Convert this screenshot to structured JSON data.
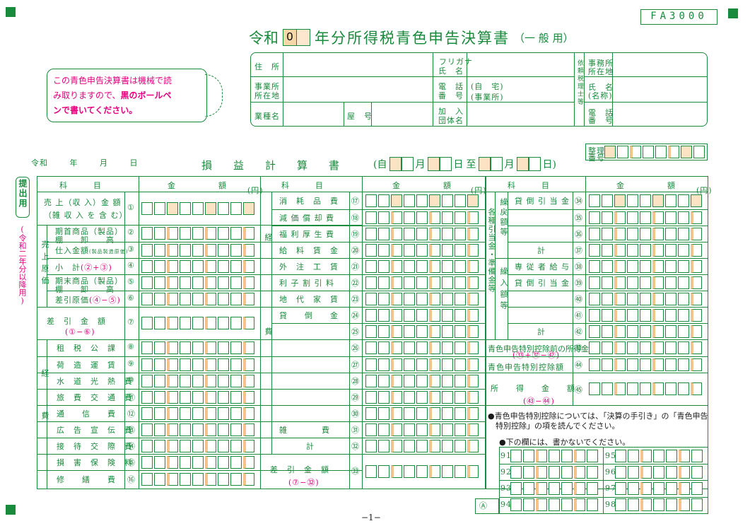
{
  "form_code": "FA3000",
  "header": {
    "era": "令和",
    "year_digit": "0",
    "title": "年分所得税青色申告決算書",
    "title_suffix": "（一 般 用）"
  },
  "notice": {
    "line1": "この青色申告決算書は機械で読",
    "line2": "み取りますので、",
    "line2_em": "黒のボールペ",
    "line3": "ンで書いてください。"
  },
  "top_form": {
    "address": "住　所",
    "furigana": "フリガナ",
    "name": "氏　名",
    "office": "事業所",
    "office_place": "所在地",
    "phone": "電　話",
    "phone_no": "番　号",
    "home": "(自　宅)",
    "office_tel": "(事業所)",
    "business": "業種名",
    "shop": "屋　号",
    "member1": "加　入",
    "member2": "団体名",
    "tax_agent": "依頼税理士等",
    "ta_office1": "事務所",
    "ta_office2": "所在地",
    "ta_name1": "氏　名",
    "ta_name2": "(名称)",
    "ta_tel1": "電　話",
    "ta_tel2": "番　号",
    "seiri1": "整理",
    "seiri2": "番号"
  },
  "date_line": {
    "era": "令和",
    "year": "年",
    "month": "月",
    "day": "日"
  },
  "pl_title": "損　　益　　計　　算　　書",
  "period": {
    "open": "(自",
    "m1": "月",
    "d1": "日",
    "to": "至",
    "m2": "月",
    "d2": "日)"
  },
  "side_tab": "提出用",
  "side_note": "(令和二年分以降用)",
  "headers": {
    "item": "科　　　目",
    "amount": "金　　　　　額",
    "yen": "(円)"
  },
  "col1": {
    "sales1": "売 上（収 入）金 額",
    "sales2": "（雑 収 入 を 含 む）",
    "opening1": "期首商品（製品）",
    "opening2": "棚　　卸　　高",
    "purchase": "仕入金額",
    "purchase_note": "(製品製造原価)",
    "subtotal": "小　計",
    "subtotal_calc": "(②+③)",
    "closing1": "期末商品（製品）",
    "closing2": "棚　　卸　　高",
    "cogs": "差引原価",
    "cogs_calc": "(④−⑤)",
    "cogs_side": "売上原価",
    "gross1": "差　引　金　額",
    "gross2": "(①−⑥)",
    "exp_side": "経　　　費",
    "items": [
      "租　税　公　課",
      "荷　造　運　賃",
      "水　道　光　熱　費",
      "旅　費　交　通　費",
      "通　　信　　費",
      "広　告　宣　伝　費",
      "接　待　交　際　費",
      "損　害　保　険　料",
      "修　　繕　　費"
    ],
    "nums": [
      "①",
      "②",
      "③",
      "④",
      "⑤",
      "⑥",
      "⑦",
      "⑧",
      "⑨",
      "⑩",
      "⑪",
      "⑫",
      "⑬",
      "⑭",
      "⑮",
      "⑯"
    ]
  },
  "col2": {
    "side": "経　　　　　　費",
    "items": [
      "消　耗　品　費",
      "減 価 償 却 費",
      "福 利 厚 生 費",
      "給　料　賃　金",
      "外　注　工　賃",
      "利 子 割 引 料",
      "地　代　家　賃",
      "貸　　倒　　金",
      "",
      "",
      "",
      "",
      "",
      "",
      "雑　　　　費",
      "計"
    ],
    "nums": [
      "⑰",
      "⑱",
      "⑲",
      "⑳",
      "㉑",
      "㉒",
      "㉓",
      "㉔",
      "㉕",
      "㉖",
      "㉗",
      "㉘",
      "㉙",
      "㉚",
      "㉛",
      "㉜"
    ],
    "net1": "差　引　金　額",
    "net2": "(⑦−㉜)",
    "net_num": "㉝"
  },
  "col3": {
    "side": "各種引当金・準備金等",
    "sub1": "繰戻額等",
    "sub2": "繰入額等",
    "items": [
      "貸 倒 引 当 金",
      "",
      "",
      "計",
      "専 従 者 給 与",
      "貸 倒 引 当 金",
      "",
      "",
      "計"
    ],
    "nums": [
      "㉞",
      "㉟",
      "㊱",
      "㊲",
      "㊳",
      "㊴",
      "㊵",
      "㊶",
      "㊷"
    ],
    "pre1": "青色申告特別控除前の所得金額",
    "pre2": "(㉝+㊲−㊷)",
    "pre_num": "㊸",
    "deduction": "青色申告特別控除額",
    "ded_num": "㊹",
    "income1": "所　　得　　金　　額",
    "income2": "(㊸−㊹)",
    "inc_num": "㊺",
    "note1": "●青色申告特別控除については、「決算の手引き」の「青色申告",
    "note2": "　特別控除」の項を読んでください。",
    "note3": "●下の欄には、書かないでください。",
    "grid_left": [
      "91",
      "92",
      "93",
      "94"
    ],
    "grid_right": [
      "95",
      "96",
      "97",
      "98"
    ],
    "grid_a": "Ⓐ"
  },
  "page_no": "−1−"
}
